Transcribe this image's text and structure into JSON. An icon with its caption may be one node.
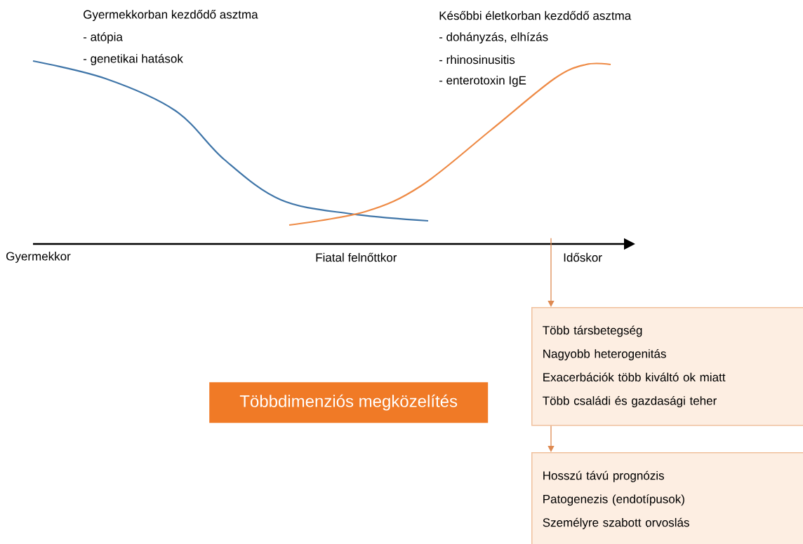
{
  "diagram": {
    "nodes": [
      {
        "text": [
          "Többdimenziós megközelítés"
        ]
      },
      {
        "text": [
          "Több társbetegség",
          "Nagyobb heterogenitás",
          "Exacerbációk több kiváltó ok miatt",
          "Több családi és gazdasági teher"
        ]
      },
      {
        "text": [
          "Hosszú távú prognózis",
          "Patogenezis (endotípusok)",
          "Személyre szabott orvoslás"
        ]
      },
      {
        "text": [],
        "shape": "arrow"
      }
    ],
    "edges": [
      {
        "from": 3,
        "to": 1,
        "arrow": "to"
      },
      {
        "from": 1,
        "to": 2,
        "arrow": "to"
      }
    ],
    "labels": [
      "Gyermekkorban kezdődő asztma",
      "- atópia",
      "- genetikai hatások",
      "Későbbi életkorban kezdődő asztma",
      "- dohányzás, elhízás",
      "- rhinosinusitis",
      "- enterotoxin IgE",
      "Gyermekkor",
      "Fiatal felnőttkor",
      "Időskor"
    ]
  }
}
